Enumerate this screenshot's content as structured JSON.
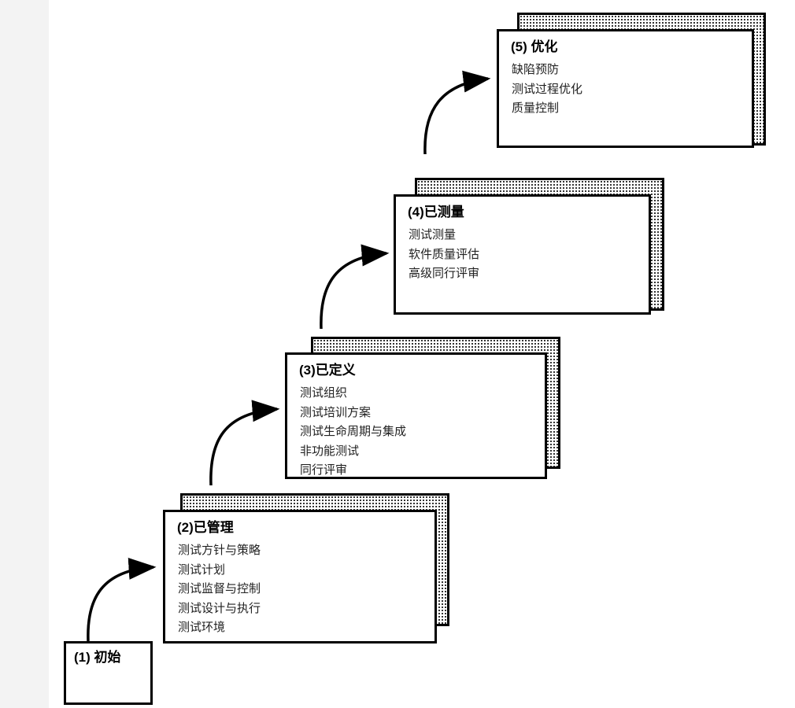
{
  "levels": [
    {
      "title": "(1) 初始",
      "items": []
    },
    {
      "title": "(2)已管理",
      "items": [
        "测试方针与策略",
        "测试计划",
        "测试监督与控制",
        "测试设计与执行",
        "测试环境"
      ]
    },
    {
      "title": "(3)已定义",
      "items": [
        "测试组织",
        "测试培训方案",
        "测试生命周期与集成",
        "非功能测试",
        "同行评审"
      ]
    },
    {
      "title": "(4)已测量",
      "items": [
        "测试测量",
        "软件质量评估",
        "高级同行评审"
      ]
    },
    {
      "title": "(5) 优化",
      "items": [
        "缺陷预防",
        "测试过程优化",
        "质量控制"
      ]
    }
  ]
}
